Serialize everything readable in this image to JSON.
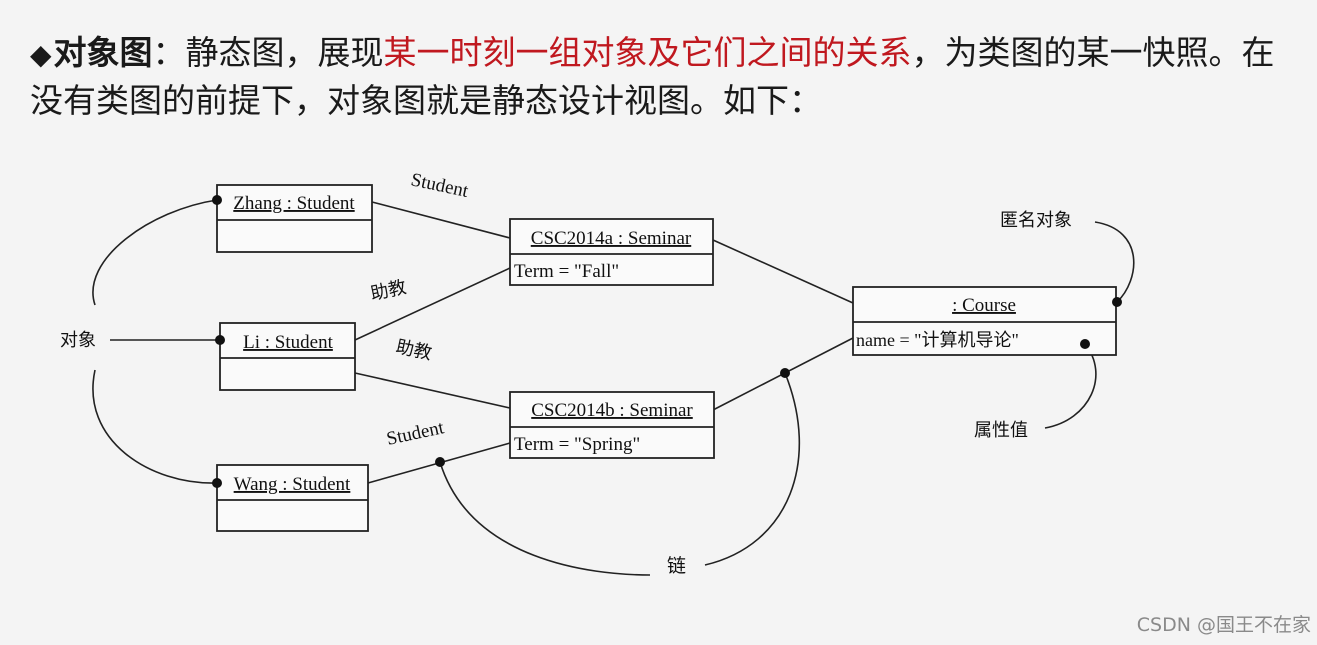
{
  "header": {
    "bullet": "◆",
    "term": "对象图",
    "colon": "：",
    "text1": "静态图，展现",
    "highlight": "某一时刻一组对象及它们之间的关系",
    "text2": "，为类图的某一快照。在没有类图的前提下，对象图就是静态设计视图。如下："
  },
  "objects": {
    "zhang": {
      "name": "Zhang : Student"
    },
    "li": {
      "name": "Li : Student"
    },
    "wang": {
      "name": "Wang : Student"
    },
    "seminar_a": {
      "name": "CSC2014a : Seminar",
      "attr": "Term = \"Fall\""
    },
    "seminar_b": {
      "name": "CSC2014b : Seminar",
      "attr": "Term = \"Spring\""
    },
    "course": {
      "name": ": Course",
      "attr": "name = \"计算机导论\""
    }
  },
  "links": {
    "student_top": "Student",
    "assistant_top": "助教",
    "assistant_bottom": "助教",
    "student_bottom": "Student"
  },
  "annotations": {
    "object": "对象",
    "anonymous_object": "匿名对象",
    "attribute_value": "属性值",
    "link": "链"
  },
  "watermark": "CSDN @国王不在家"
}
